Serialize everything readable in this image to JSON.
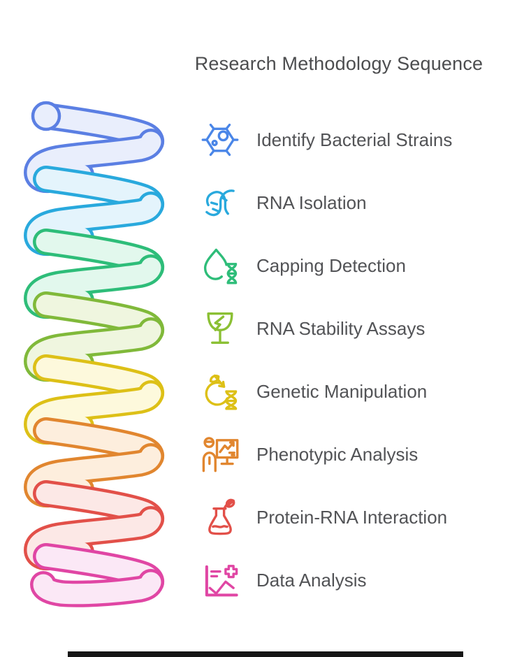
{
  "title": "Research Methodology Sequence",
  "steps": [
    {
      "label": "Identify Bacterial Strains",
      "icon": "microbe-icon",
      "color": "#4a86e8"
    },
    {
      "label": "RNA Isolation",
      "icon": "dna-helix-icon",
      "color": "#29a9dd"
    },
    {
      "label": "Capping Detection",
      "icon": "droplet-dna-icon",
      "color": "#2ebd79"
    },
    {
      "label": "RNA Stability Assays",
      "icon": "glass-lightning-icon",
      "color": "#8bc034"
    },
    {
      "label": "Genetic Manipulation",
      "icon": "apple-dna-icon",
      "color": "#ddc017"
    },
    {
      "label": "Phenotypic Analysis",
      "icon": "presenter-chart-icon",
      "color": "#e1862f"
    },
    {
      "label": "Protein-RNA Interaction",
      "icon": "flask-leaf-icon",
      "color": "#e25049"
    },
    {
      "label": "Data Analysis",
      "icon": "chart-plus-icon",
      "color": "#e046a4"
    }
  ],
  "spiral": {
    "coils": [
      {
        "stroke": "#5b7fe3",
        "fill": "#e9eefc"
      },
      {
        "stroke": "#29a9dd",
        "fill": "#e4f4fc"
      },
      {
        "stroke": "#2ebd79",
        "fill": "#e2f8ed"
      },
      {
        "stroke": "#80b93a",
        "fill": "#eff6df"
      },
      {
        "stroke": "#ddc017",
        "fill": "#fdf9dc"
      },
      {
        "stroke": "#e1862f",
        "fill": "#fdeedd"
      },
      {
        "stroke": "#e25049",
        "fill": "#fce8e6"
      },
      {
        "stroke": "#e046a4",
        "fill": "#fbe8f6"
      }
    ]
  },
  "colors": {
    "title_text": "#4c4d4f",
    "step_text": "#525356",
    "bottom_bar": "#161616"
  }
}
